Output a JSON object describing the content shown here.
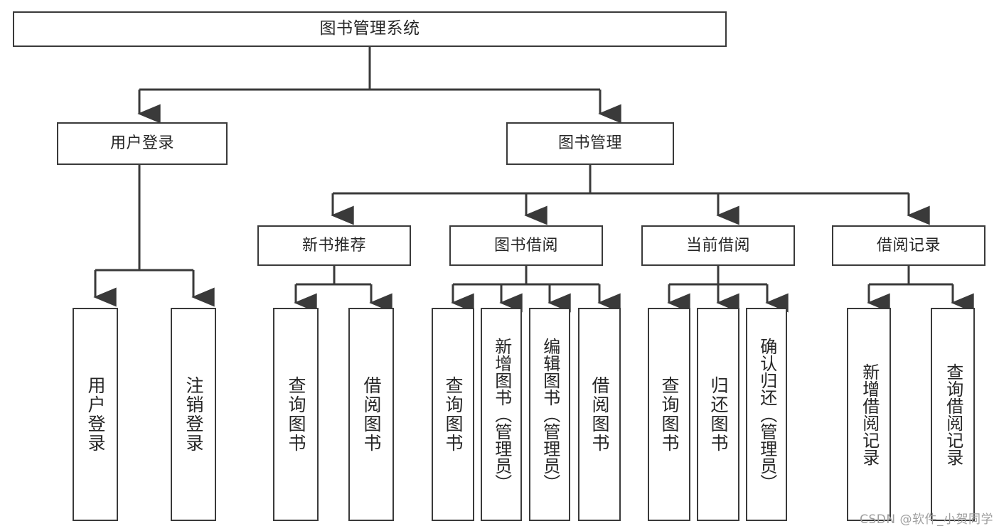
{
  "diagram": {
    "title": "图书管理系统",
    "type": "tree-hierarchy",
    "background_color": "#ffffff",
    "node_border_color": "#3a3a3a",
    "edge_color": "#3a3a3a",
    "text_color": "#262626"
  },
  "nodes": {
    "root": {
      "label": "图书管理系统"
    },
    "level2": [
      {
        "id": "user-login",
        "label": "用户登录"
      },
      {
        "id": "book-manage",
        "label": "图书管理"
      }
    ],
    "level3": [
      {
        "id": "new-book-recommend",
        "label": "新书推荐"
      },
      {
        "id": "book-borrow",
        "label": "图书借阅"
      },
      {
        "id": "current-borrow",
        "label": "当前借阅"
      },
      {
        "id": "borrow-record",
        "label": "借阅记录"
      }
    ],
    "leaves": {
      "user_login": [
        {
          "id": "leaf-user-login",
          "label": "用户登录"
        },
        {
          "id": "leaf-logout-login",
          "label": "注销登录"
        }
      ],
      "new_book_recommend": [
        {
          "id": "leaf-query-book-1",
          "label": "查询图书"
        },
        {
          "id": "leaf-borrow-book-1",
          "label": "借阅图书"
        }
      ],
      "book_borrow": [
        {
          "id": "leaf-query-book-2",
          "label": "查询图书"
        },
        {
          "id": "leaf-add-book",
          "label": "新增图书（管理员）"
        },
        {
          "id": "leaf-edit-book",
          "label": "编辑图书（管理员）"
        },
        {
          "id": "leaf-borrow-book-2",
          "label": "借阅图书"
        }
      ],
      "current_borrow": [
        {
          "id": "leaf-query-book-3",
          "label": "查询图书"
        },
        {
          "id": "leaf-return-book",
          "label": "归还图书"
        },
        {
          "id": "leaf-confirm-return",
          "label": "确认归还（管理员）"
        }
      ],
      "borrow_record": [
        {
          "id": "leaf-add-record",
          "label": "新增借阅记录"
        },
        {
          "id": "leaf-query-record",
          "label": "查询借阅记录"
        }
      ]
    }
  },
  "watermark": {
    "text": "CSDN @软件_小贺同学"
  }
}
